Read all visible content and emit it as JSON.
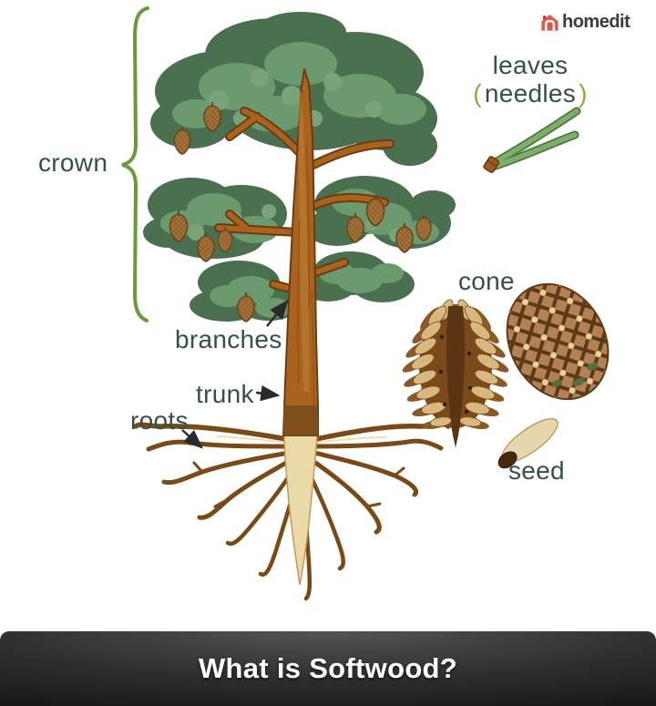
{
  "brand": {
    "name": "homedit"
  },
  "diagram": {
    "labels": {
      "crown": "crown",
      "leaves": "leaves",
      "needles_paren_open": "(",
      "needles": "needles",
      "needles_paren_close": ")",
      "branches": "branches",
      "trunk": "trunk",
      "roots": "roots",
      "cone": "cone",
      "seed": "seed"
    },
    "colors": {
      "label_text": "#35504b",
      "paren_accent": "#9aa23f",
      "brace_green": "#6b9a3d",
      "foliage_dark": "#4a7050",
      "foliage_mid": "#6a9a6d",
      "foliage_light": "#7ba37a",
      "trunk_brown": "#a9631f",
      "trunk_outline": "#6b3c10",
      "root_brown": "#7a4a16",
      "taproot_tan": "#ecd9a8",
      "pinecone_brown": "#a9753c",
      "needle_green": "#7fae6a",
      "logo_red": "#e2574c",
      "footer_bg": "#111111",
      "footer_text": "#ffffff"
    }
  },
  "footer": {
    "title": "What is Softwood?"
  }
}
